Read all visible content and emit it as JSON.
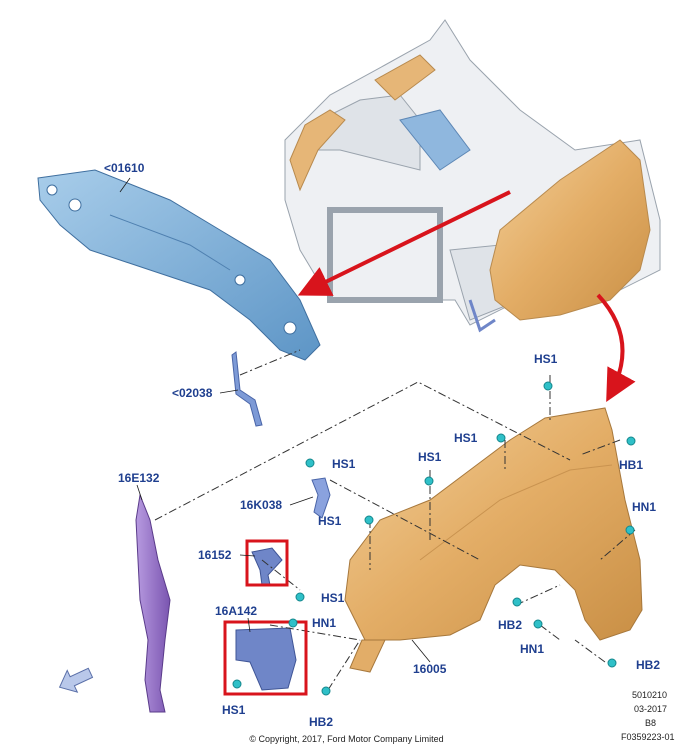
{
  "callouts": {
    "c01610": "<01610",
    "c02038": "<02038",
    "c16E132": "16E132",
    "c16K038": "16K038",
    "c16152": "16152",
    "c16A142": "16A142",
    "c16005": "16005",
    "hs1_top": "HS1",
    "hs1_left": "HS1",
    "hs1_mid": "HS1",
    "hs1_bracket": "HS1",
    "hs1_center": "HS1",
    "hs1_lower": "HS1",
    "hs1_bottom": "HS1",
    "hb1": "HB1",
    "hn1_right": "HN1",
    "hn1_bracket": "HN1",
    "hn1_bottom": "HN1",
    "hb2_a": "HB2",
    "hb2_b": "HB2",
    "hb2_c": "HB2"
  },
  "meta": {
    "code1": "5010210",
    "date": "03-2017",
    "rev": "B8",
    "figure": "F0359223-01",
    "copyright": "© Copyright, 2017, Ford Motor Company Limited"
  },
  "colors": {
    "label": "#1f3f8f",
    "fender": "#e7b877",
    "apron": "#7fb0d8",
    "seal": "#9a74c9",
    "bracket": "#6f86c8",
    "fastener": "#2fc0c8",
    "highlight": "#d8141c",
    "arrow": "#d8141c"
  },
  "icons": [
    "direction-arrow-icon",
    "fastener-icon"
  ]
}
